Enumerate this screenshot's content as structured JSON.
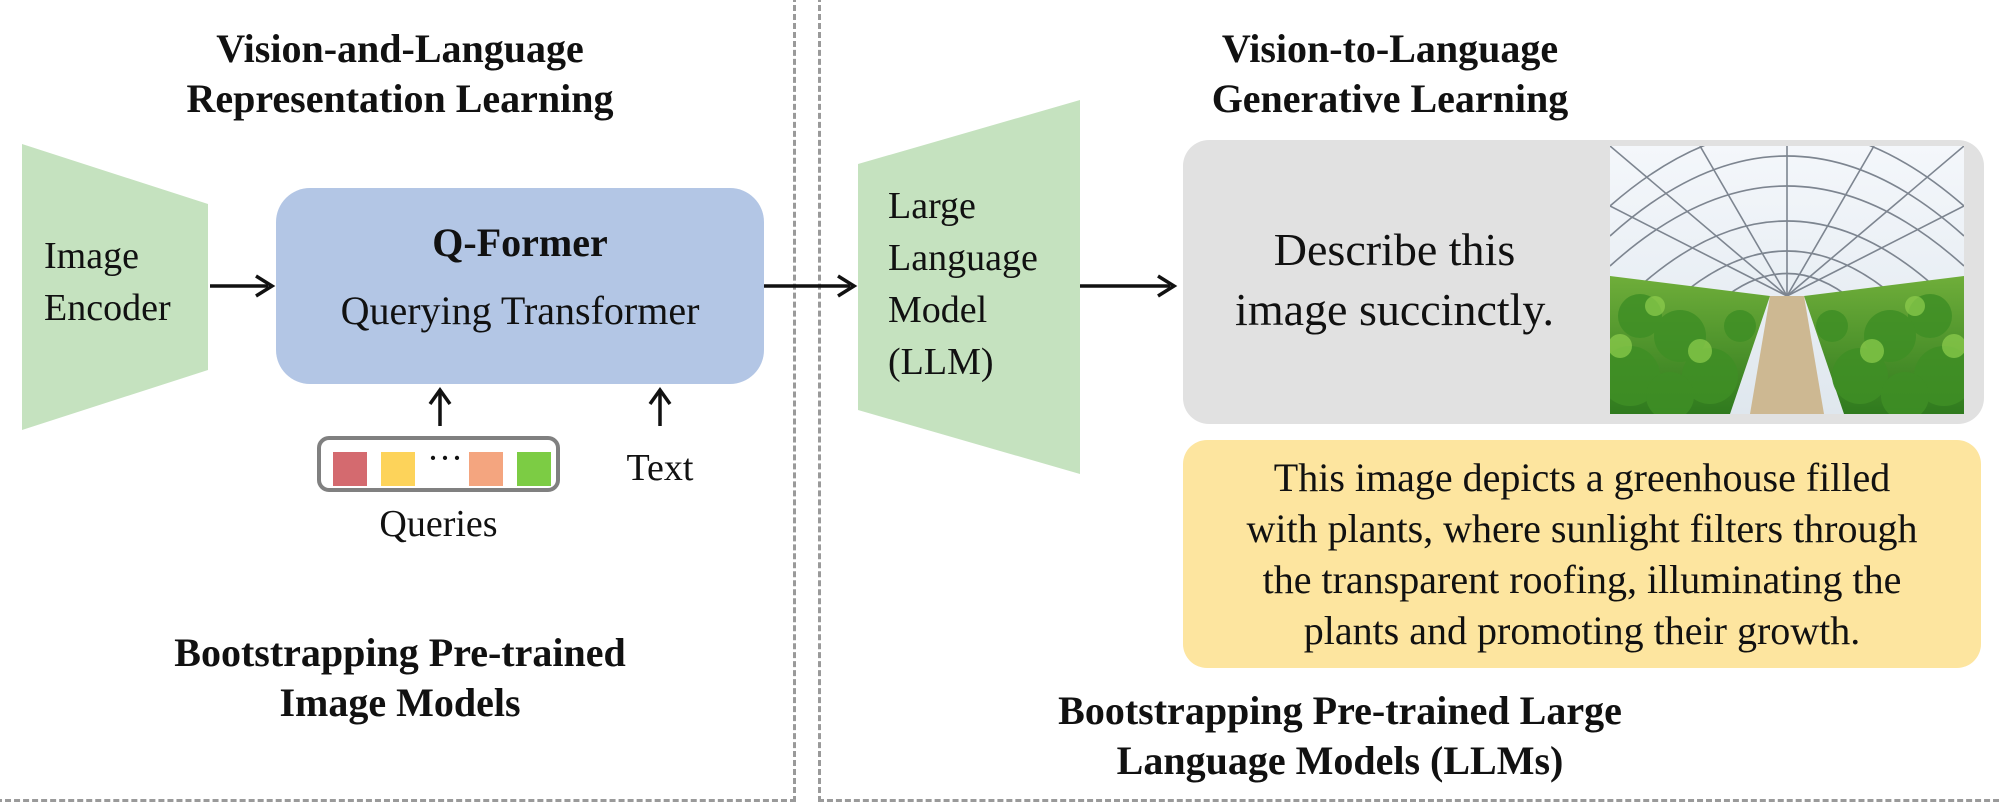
{
  "left_panel": {
    "title_line1": "Vision-and-Language",
    "title_line2": "Representation Learning",
    "encoder_line1": "Image",
    "encoder_line2": "Encoder",
    "qformer_title": "Q-Former",
    "qformer_subtitle": "Querying Transformer",
    "queries_label": "Queries",
    "queries_dots": "···",
    "query_colors": [
      "#d46a6f",
      "#fdd35a",
      "#f4a57f",
      "#7ccc44"
    ],
    "text_label": "Text",
    "footer_line1": "Bootstrapping Pre-trained",
    "footer_line2": "Image Models"
  },
  "right_panel": {
    "title_line1": "Vision-to-Language",
    "title_line2": "Generative Learning",
    "llm_line1": "Large",
    "llm_line2": "Language",
    "llm_line3": "Model",
    "llm_line4": "(LLM)",
    "prompt_line1": "Describe this",
    "prompt_line2": "image succinctly.",
    "answer_line1": "This image depicts a greenhouse filled",
    "answer_line2": "with plants, where sunlight filters through",
    "answer_line3": "the transparent roofing, illuminating the",
    "answer_line4": "plants and promoting their growth.",
    "footer_line1": "Bootstrapping Pre-trained Large",
    "footer_line2": "Language Models (LLMs)"
  },
  "colors": {
    "encoder_green": "#c5e2bf",
    "qformer_blue": "#b3c6e5",
    "prompt_gray": "#e1e1e1",
    "answer_yellow": "#fde59f",
    "dash_gray": "#9a9a9a"
  },
  "icons": {
    "arrow": "arrow-right-icon",
    "photo": "greenhouse-photo"
  }
}
